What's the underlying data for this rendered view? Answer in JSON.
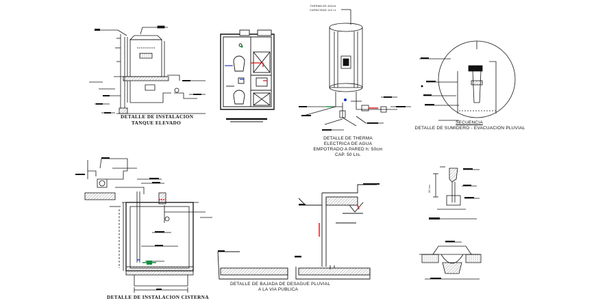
{
  "tanque": {
    "title_line1": "DETALLE DE INSTALACION",
    "title_line2": "TANQUE ELEVADO"
  },
  "therma": {
    "top_label_line1": "THERMA DE AGUA",
    "top_label_line2": "CAPACIDAD 110 Lt.",
    "caption_line1": "DETALLE DE THERMA",
    "caption_line2": "ELECTRICA DE AGUA",
    "caption_line3": "EMPOTRADO A PARED  h: 50cm",
    "caption_line4": "CAP. 50 Lts."
  },
  "sumidero": {
    "subtitle": "SECUENCIA",
    "title": "DETALLE DE SUMIDERO - EVACUACION PLUVIAL"
  },
  "cisterna": {
    "title": "DETALLE DE INSTALACION CISTERNA"
  },
  "desague": {
    "caption_line1": "DETALLE DE BAJADA DE DESAGUE PLUVIAL",
    "caption_line2": "A LA VIA PUBLICA"
  },
  "small_detail": {
    "dim_label": "30 cm"
  },
  "colors": {
    "line": "#111111",
    "accent_red": "#d01010",
    "accent_blue": "#1030c0",
    "accent_green": "#109040",
    "hatch": "#555555"
  }
}
